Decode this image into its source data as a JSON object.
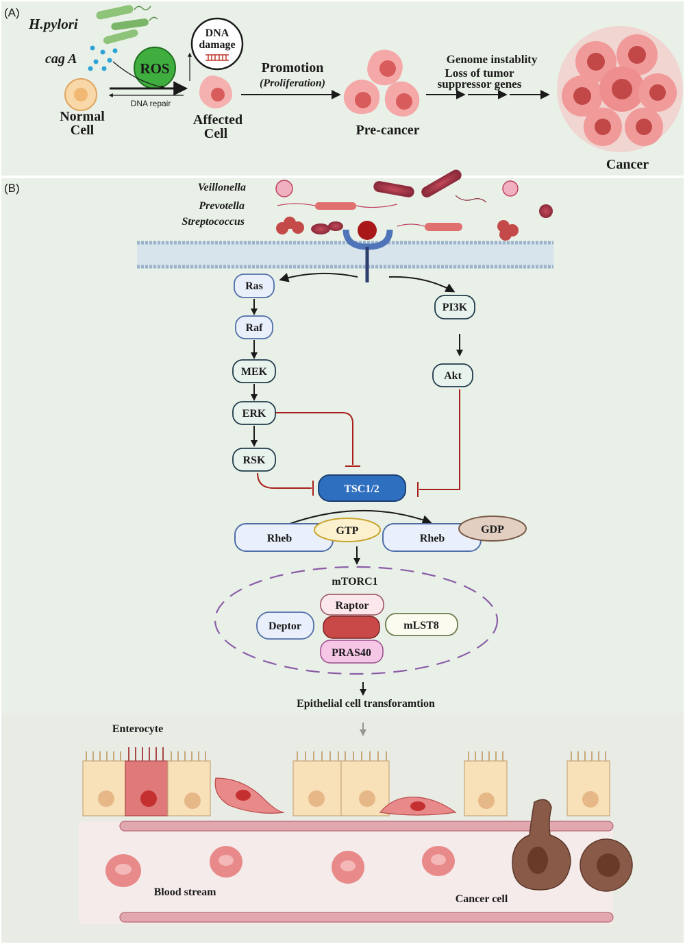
{
  "panel_a": {
    "label": "(A)",
    "h_pylori": "H.pylori",
    "cag_a": "cag A",
    "ros": "ROS",
    "dna_damage_line1": "DNA",
    "dna_damage_line2": "damage",
    "normal_cell_line1": "Normal",
    "normal_cell_line2": "Cell",
    "dna_repair": "DNA repair",
    "affected_cell_line1": "Affected",
    "affected_cell_line2": "Cell",
    "promotion": "Promotion",
    "proliferation": "(Proliferation)",
    "pre_cancer": "Pre-cancer",
    "genome_instability": "Genome instablity",
    "loss_of_tumor": "Loss of tumor",
    "suppressor_genes": "suppressor genes",
    "cancer": "Cancer"
  },
  "panel_b": {
    "label": "(B)",
    "bacteria": [
      "Veillonella",
      "Prevotella",
      "Streptococcus"
    ],
    "nodes": {
      "ras": "Ras",
      "raf": "Raf",
      "mek": "MEK",
      "erk": "ERK",
      "rsk": "RSK",
      "pi3k": "PI3K",
      "akt": "Akt",
      "tsc": "TSC1/2",
      "rheb1": "Rheb",
      "gtp": "GTP",
      "rheb2": "Rheb",
      "gdp": "GDP",
      "mtorc1": "mTORC1",
      "raptor": "Raptor",
      "deptor": "Deptor",
      "mlst8": "mLST8",
      "pras40": "PRAS40"
    },
    "epithelial": "Epithelial cell transforamtion",
    "enterocyte": "Enterocyte",
    "blood_stream": "Blood stream",
    "cancer_cell": "Cancer cell"
  },
  "colors": {
    "background": "#e9f0e7",
    "pink_cell": "#f0a4a4",
    "ros_green": "#3fae3f",
    "tsc_blue": "#2f6fbf",
    "inhibit_red": "#a8201c",
    "mtor_dash": "#8a5ca8"
  }
}
